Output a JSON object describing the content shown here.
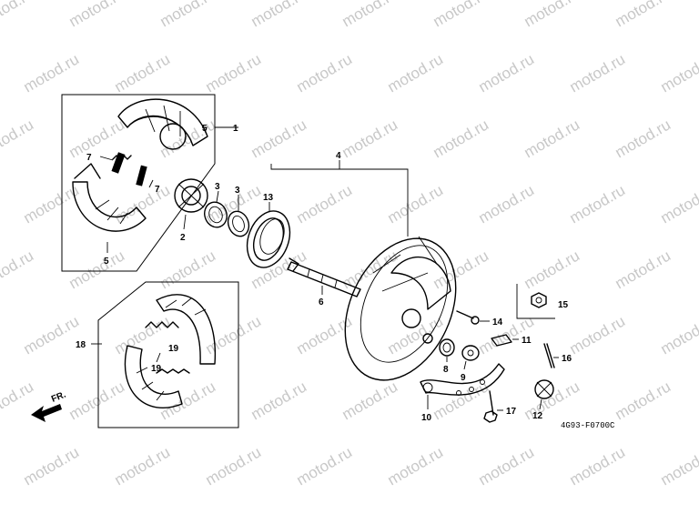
{
  "watermark": {
    "text": "motod.ru"
  },
  "diagram_code": "4G93-F0700C",
  "direction_label": "FR.",
  "callouts": {
    "c1": "1",
    "c2": "2",
    "c3a": "3",
    "c3b": "3",
    "c4": "4",
    "c5a": "5",
    "c5b": "5",
    "c6": "6",
    "c7a": "7",
    "c7b": "7",
    "c8": "8",
    "c9": "9",
    "c10": "10",
    "c11": "11",
    "c12": "12",
    "c13": "13",
    "c14": "14",
    "c15": "15",
    "c16": "16",
    "c17": "17",
    "c18": "18",
    "c19a": "19",
    "c19b": "19"
  }
}
